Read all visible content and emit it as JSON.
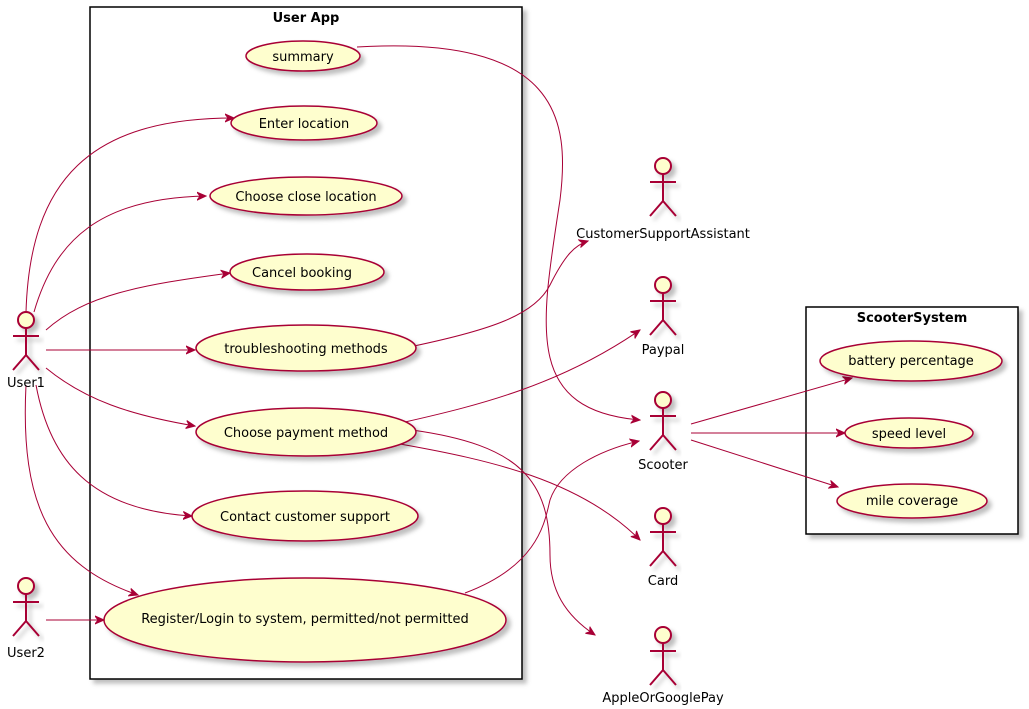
{
  "colors": {
    "usecase_fill": "#FEFECE",
    "stroke": "#A80036",
    "box_border": "#000000",
    "background": "#FFFFFF"
  },
  "boundaries": {
    "user_app": {
      "title": "User App"
    },
    "scooter_system": {
      "title": "ScooterSystem"
    }
  },
  "actors": {
    "user1": "User1",
    "user2": "User2",
    "customer_support": "CustomerSupportAssistant",
    "paypal": "Paypal",
    "scooter": "Scooter",
    "card": "Card",
    "apple_google_pay": "AppleOrGooglePay"
  },
  "usecases": {
    "summary": "summary",
    "enter_location": "Enter location",
    "choose_close_location": "Choose close location",
    "cancel_booking": "Cancel booking",
    "troubleshooting": "troubleshooting methods",
    "choose_payment": "Choose payment method",
    "contact_support": "Contact customer support",
    "register_login": "Register/Login to system, permitted/not permitted",
    "battery": "battery percentage",
    "speed": "speed level",
    "mile": "mile coverage"
  }
}
